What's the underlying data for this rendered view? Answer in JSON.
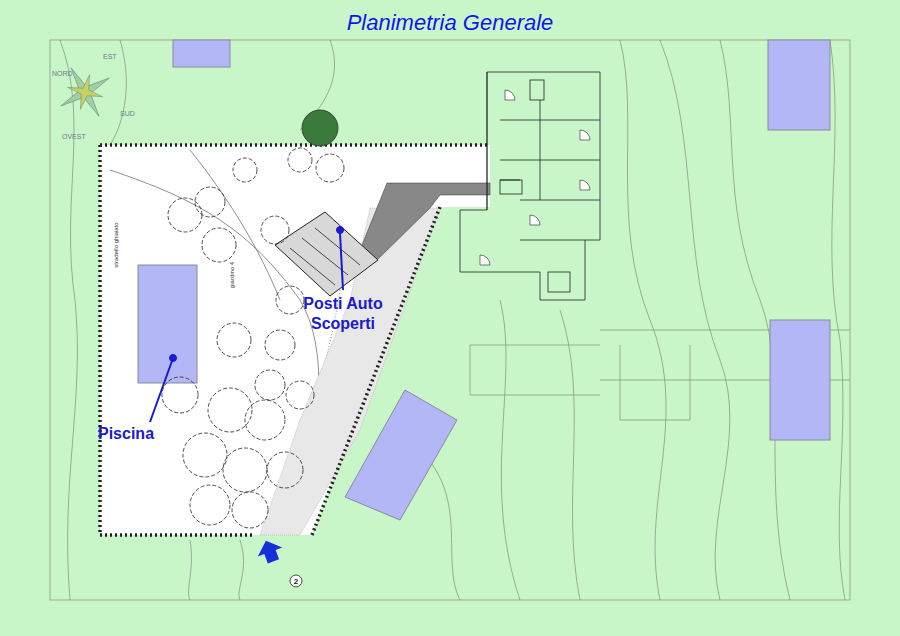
{
  "diagram": {
    "title": "Planimetria Generale",
    "labels": [
      "Posti Auto Scoperti",
      "Piscina",
      "NORD",
      "EST",
      "SUD",
      "OVEST",
      "stradello ghiaiato",
      "giardino 4",
      "2"
    ]
  }
}
